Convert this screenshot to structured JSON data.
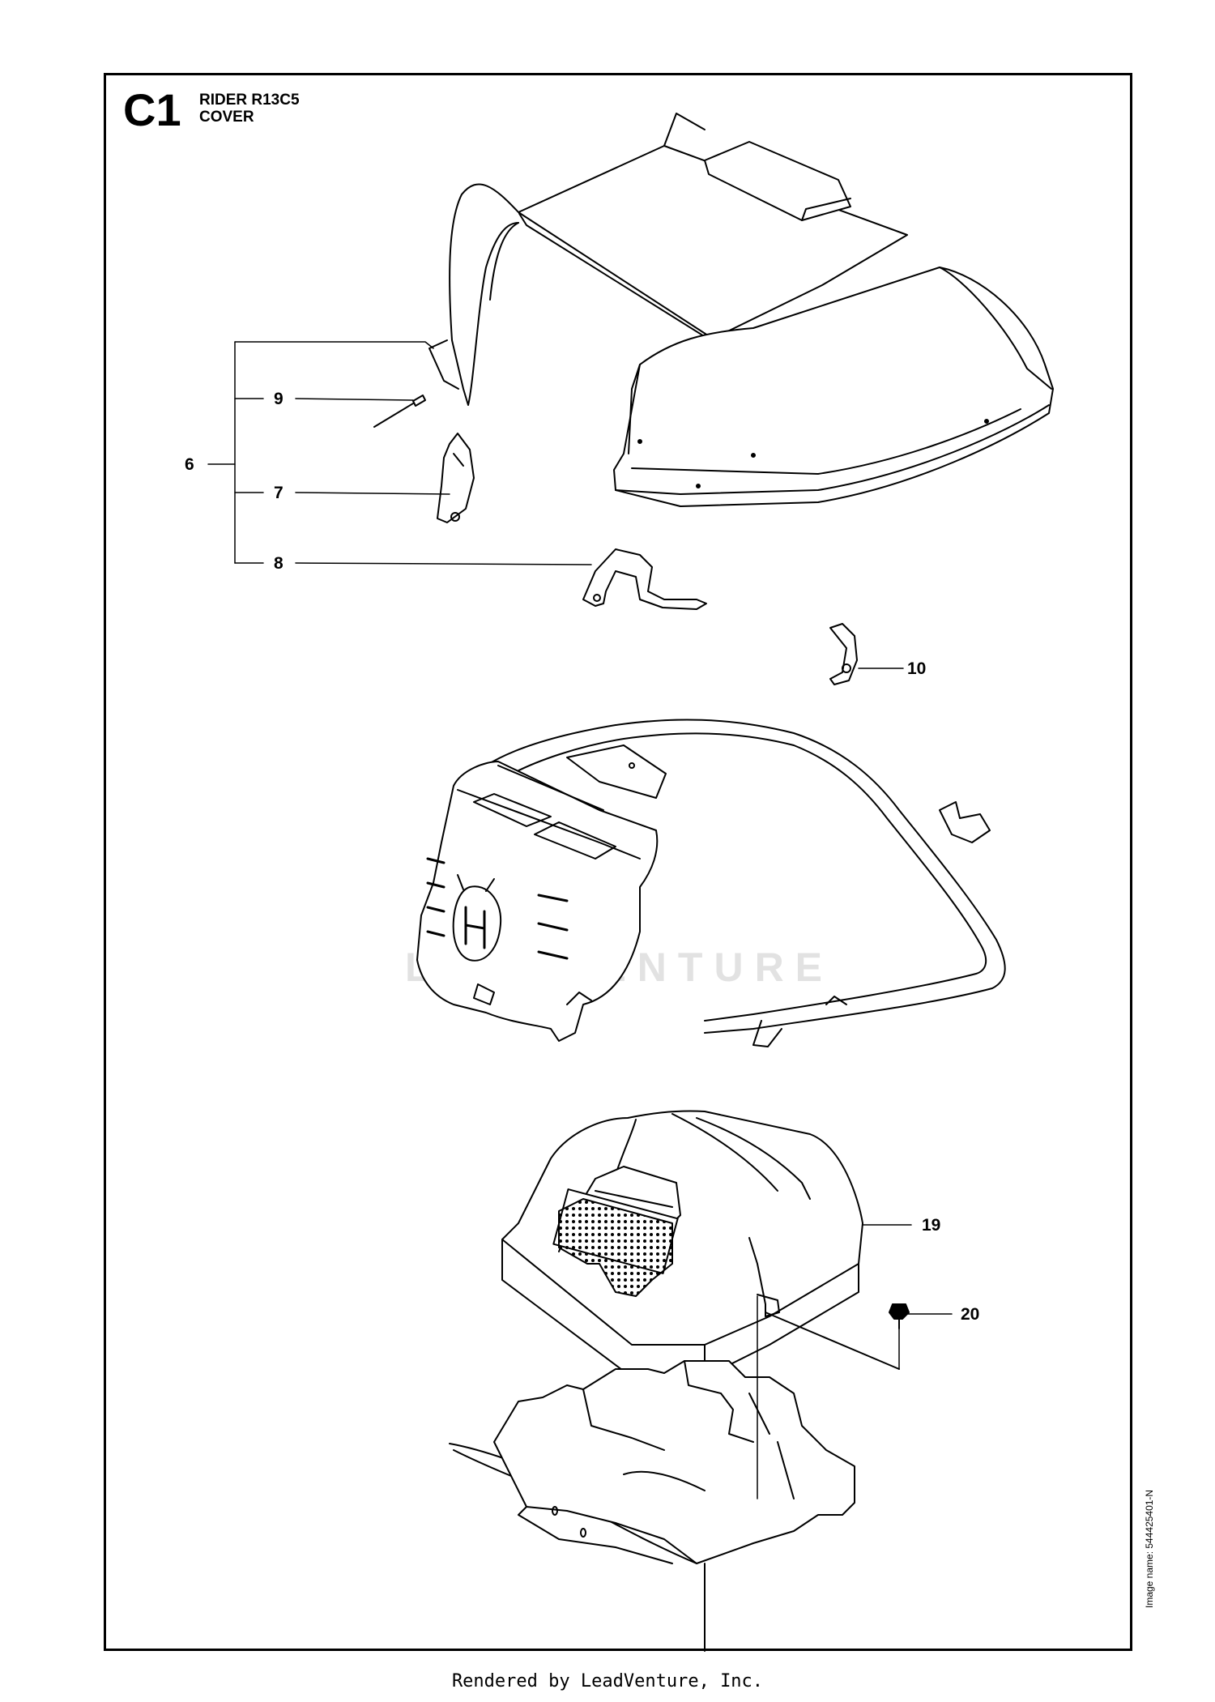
{
  "header": {
    "section_code": "C1",
    "model": "RIDER R13C5",
    "assembly": "COVER"
  },
  "callouts": [
    {
      "id": "callout-6",
      "number": "6"
    },
    {
      "id": "callout-7",
      "number": "7"
    },
    {
      "id": "callout-8",
      "number": "8"
    },
    {
      "id": "callout-9",
      "number": "9"
    },
    {
      "id": "callout-10",
      "number": "10"
    },
    {
      "id": "callout-19",
      "number": "19"
    },
    {
      "id": "callout-20",
      "number": "20"
    }
  ],
  "image_name": "Image name: 544425401-N",
  "watermark": "LEADVENTURE",
  "footer": "Rendered by LeadVenture, Inc.",
  "colors": {
    "line": "#000000",
    "watermark": "#e2e2e2"
  }
}
